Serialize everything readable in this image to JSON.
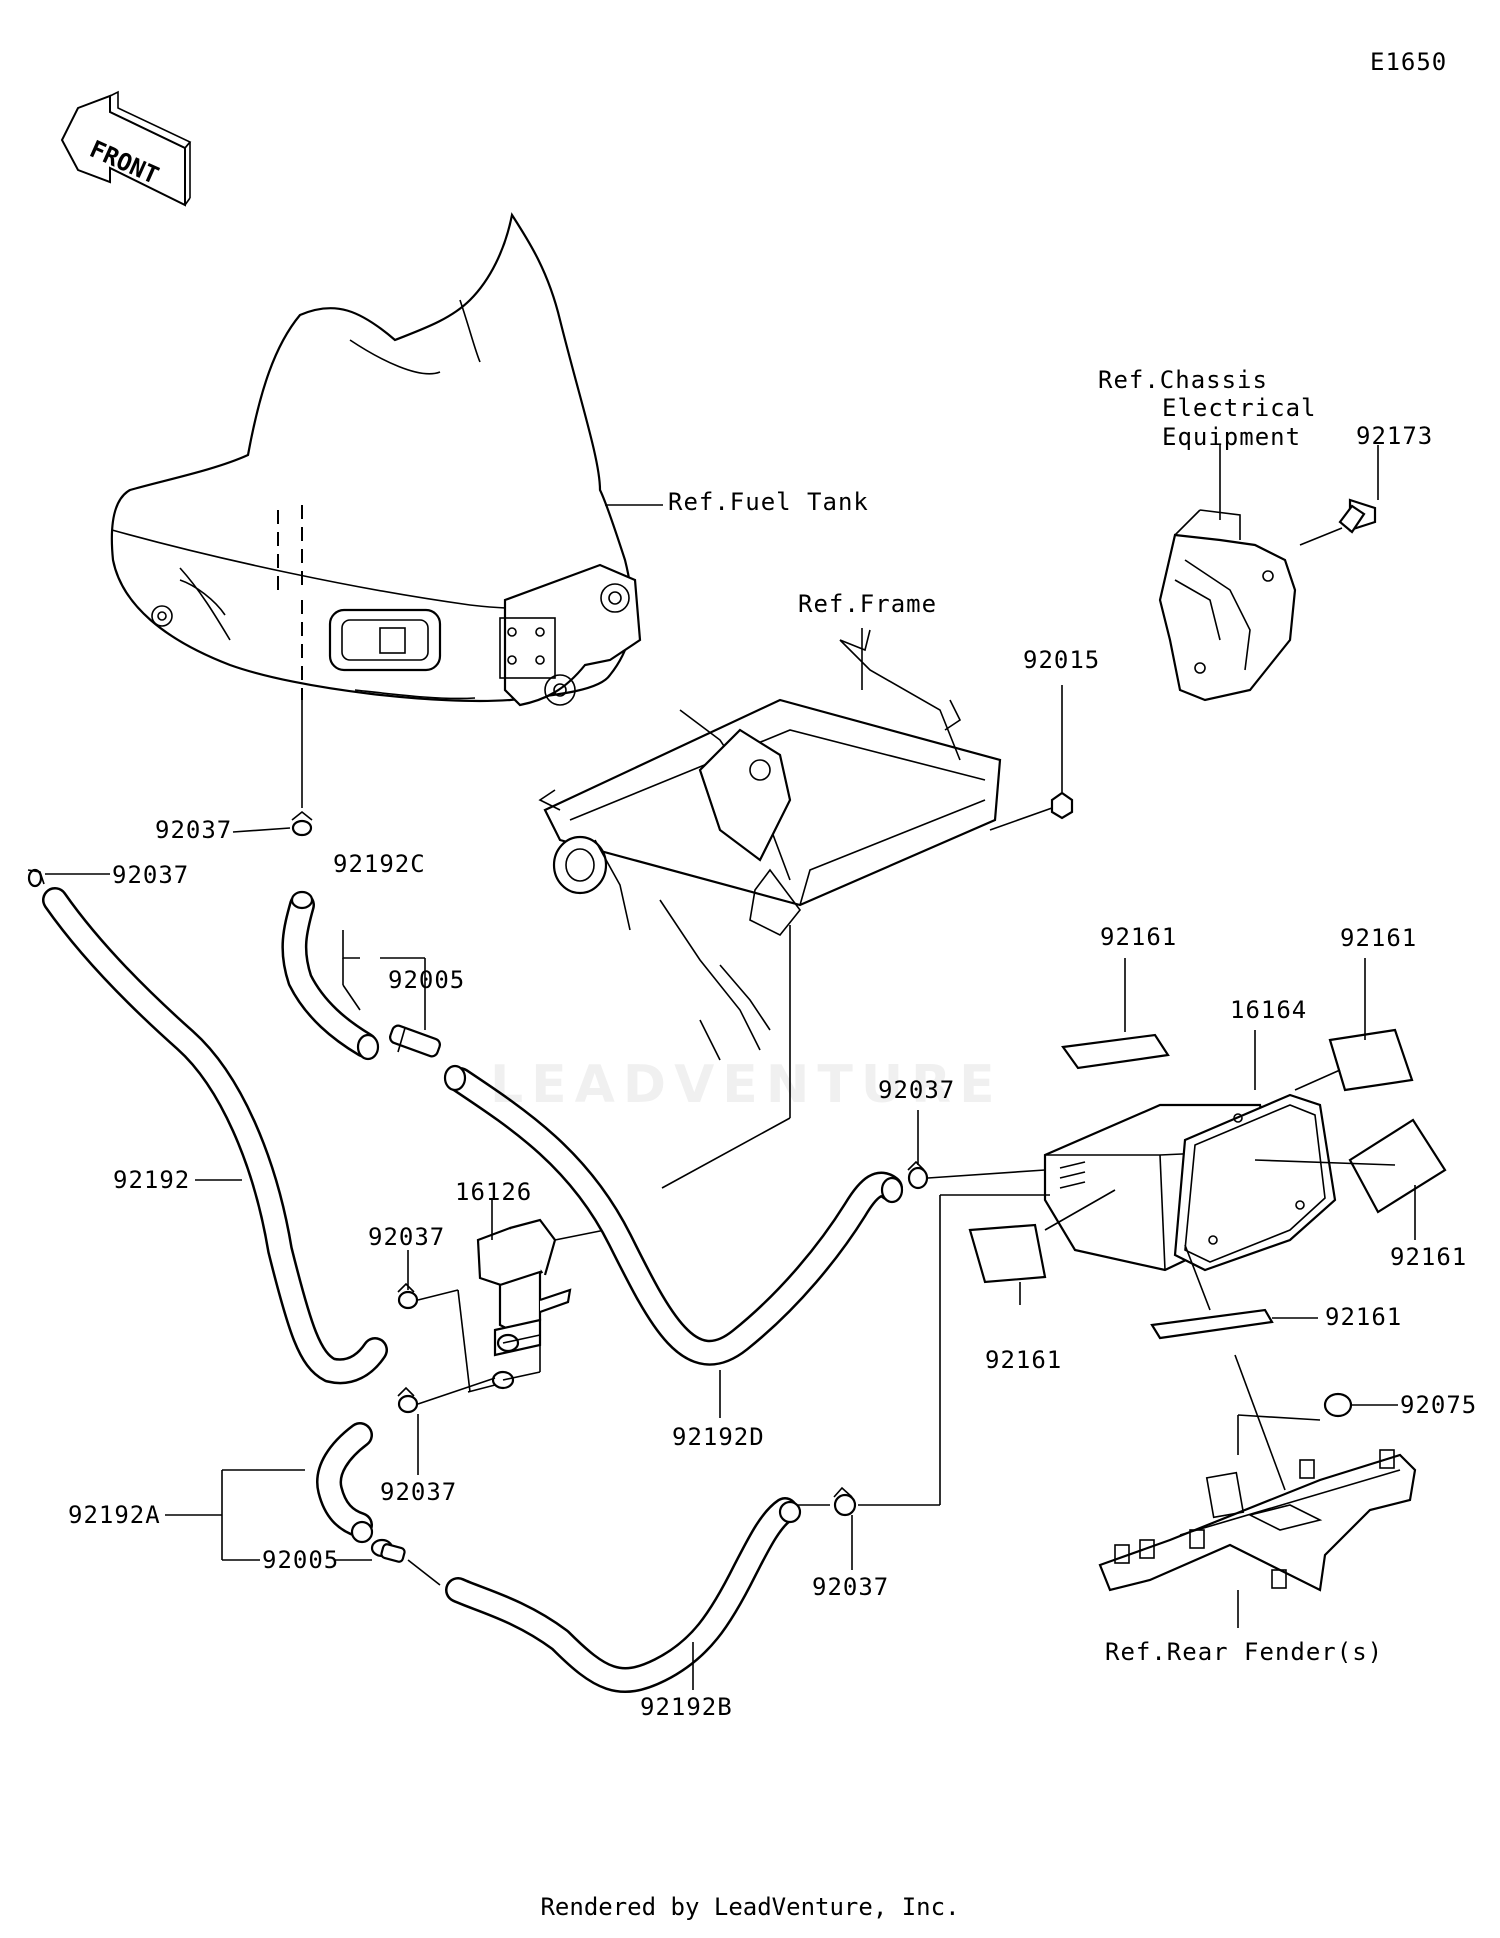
{
  "diagram_id": "E1650",
  "front_badge": "FRONT",
  "watermark": "LEADVENTURE",
  "footer": "Rendered by LeadVenture, Inc.",
  "references": {
    "fuel_tank": "Ref.Fuel Tank",
    "frame": "Ref.Frame",
    "chassis_line1": "Ref.Chassis",
    "chassis_line2": "Electrical",
    "chassis_line3": "Equipment",
    "rear_fender": "Ref.Rear Fender(s)"
  },
  "parts": {
    "p92173": "92173",
    "p92015": "92015",
    "p92037_a": "92037",
    "p92037_b": "92037",
    "p92192C": "92192C",
    "p92005_a": "92005",
    "p92161_a": "92161",
    "p92161_b": "92161",
    "p16164": "16164",
    "p92037_c": "92037",
    "p92192": "92192",
    "p16126": "16126",
    "p92037_d": "92037",
    "p92161_c": "92161",
    "p92161_d": "92161",
    "p92161_e": "92161",
    "p92192D": "92192D",
    "p92037_e": "92037",
    "p92075": "92075",
    "p92192A": "92192A",
    "p92005_b": "92005",
    "p92037_f": "92037",
    "p92192B": "92192B"
  }
}
